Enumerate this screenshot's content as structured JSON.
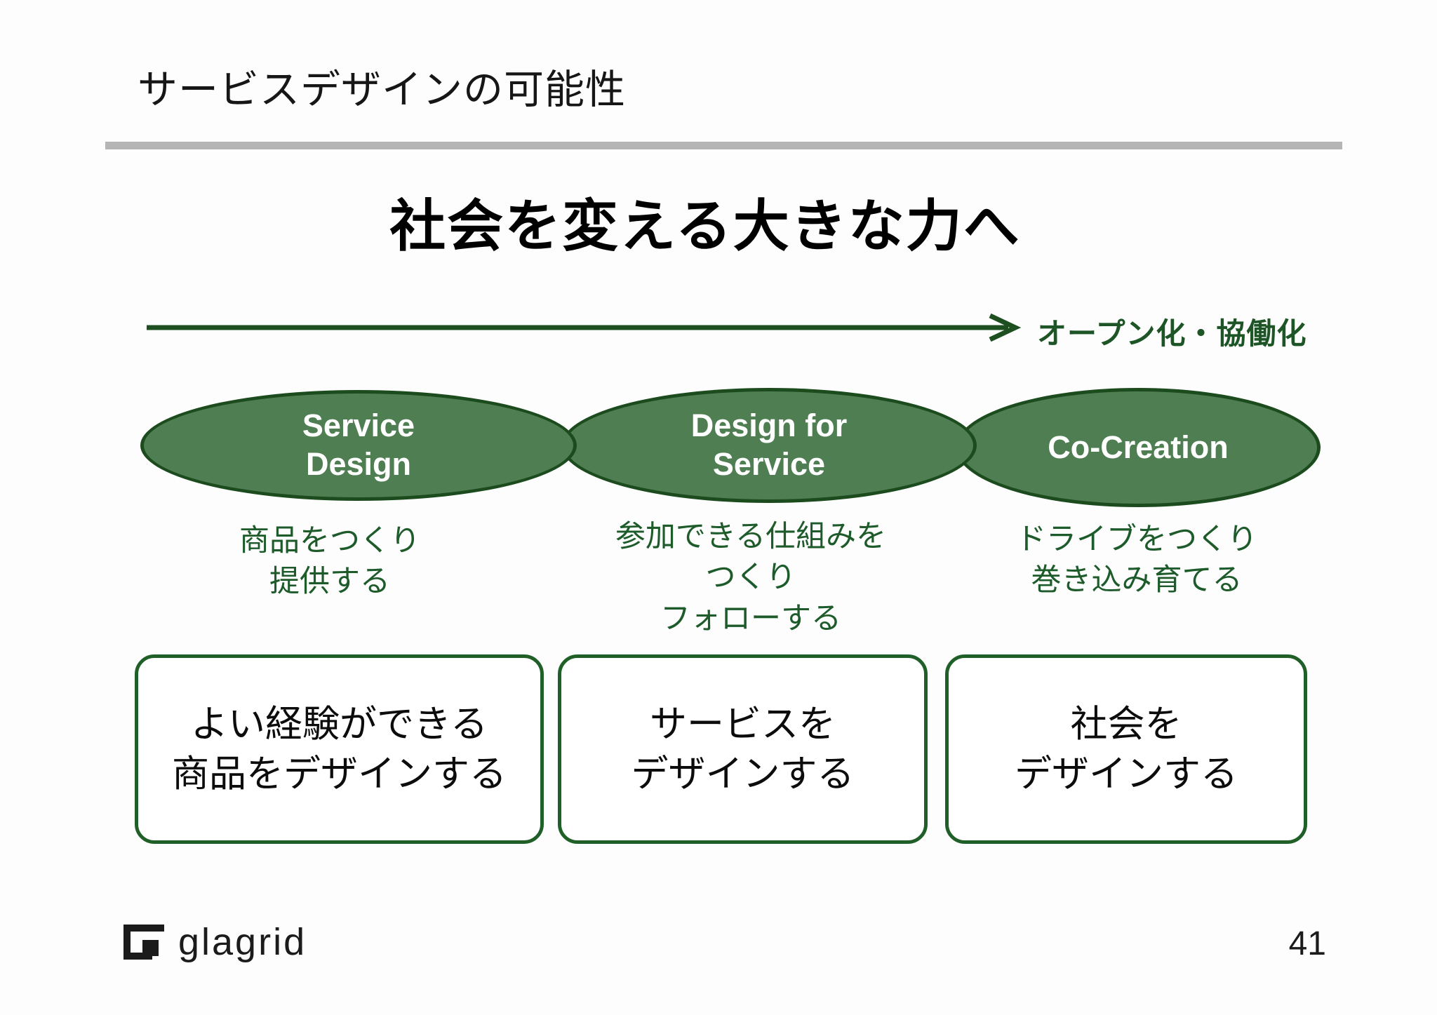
{
  "slide": {
    "title": "サービスデザインの可能性",
    "heading": "社会を変える大きな力へ",
    "arrow_label": "オープン化・協働化",
    "page_number": "41",
    "logo_text": "glagrid"
  },
  "stages": [
    {
      "label": "Service\nDesign",
      "description": "商品をつくり\n提供する",
      "outcome": "よい経験ができる\n商品をデザインする"
    },
    {
      "label": "Design for\nService",
      "description": "参加できる仕組みを\nつくり\nフォローする",
      "outcome": "サービスを\nデザインする"
    },
    {
      "label": "Co-Creation",
      "description": "ドライブをつくり\n巻き込み育てる",
      "outcome": "社会を\nデザインする"
    }
  ],
  "colors": {
    "ellipse_fill": "#4f7e53",
    "ellipse_border": "#1c4b1e",
    "arrow_green": "#1d4f21",
    "description_green": "#1e5b2b",
    "label_green": "#1d5526",
    "box_border_green": "#206028",
    "divider_gray": "#b5b5b5"
  }
}
